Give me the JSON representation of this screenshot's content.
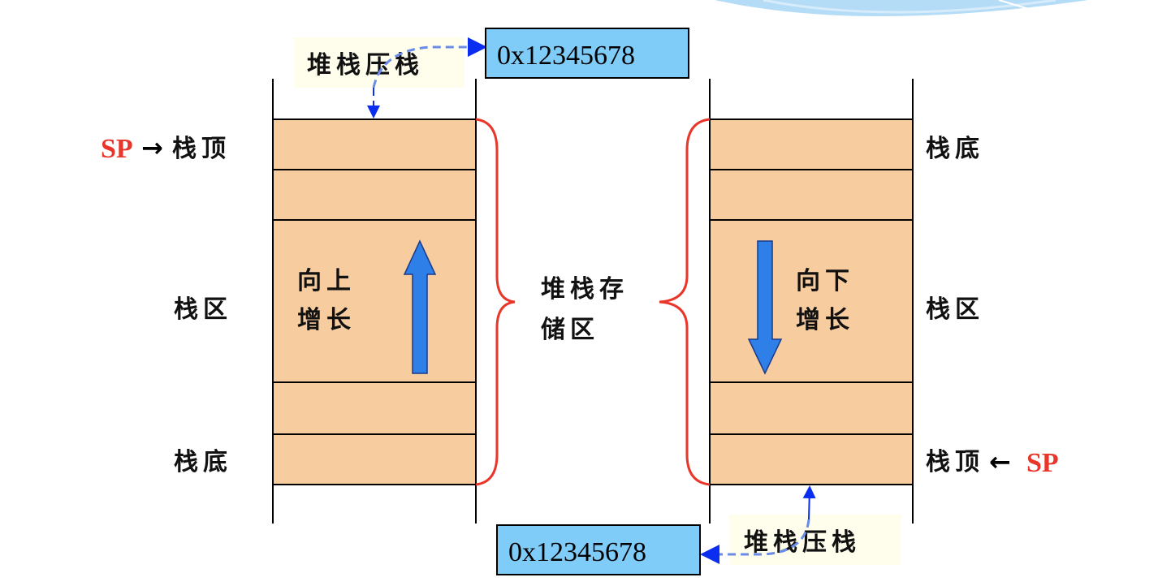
{
  "colors": {
    "cell": "#f7cda0",
    "brace": "#e8362a",
    "hex_box": "#80ccf8",
    "note": "#fffeec",
    "arrow": "#2f7fe8",
    "pointer": "#0a2df0"
  },
  "left_stack": {
    "top_label_sp": "SP",
    "top_label_arrow": "→",
    "top_label": "栈顶",
    "middle_label": "栈区",
    "bottom_label": "栈底",
    "growth_line1": "向上",
    "growth_line2": "增长",
    "push_note": "堆栈压栈",
    "address": "0x12345678"
  },
  "right_stack": {
    "top_label": "栈底",
    "middle_label": "栈区",
    "bottom_label": "栈顶",
    "bottom_label_arrow": "←",
    "bottom_label_sp": "SP",
    "growth_line1": "向下",
    "growth_line2": "增长",
    "push_note": "堆栈压栈",
    "address": "0x12345678"
  },
  "center_label_line1": "堆栈存",
  "center_label_line2": "储区"
}
